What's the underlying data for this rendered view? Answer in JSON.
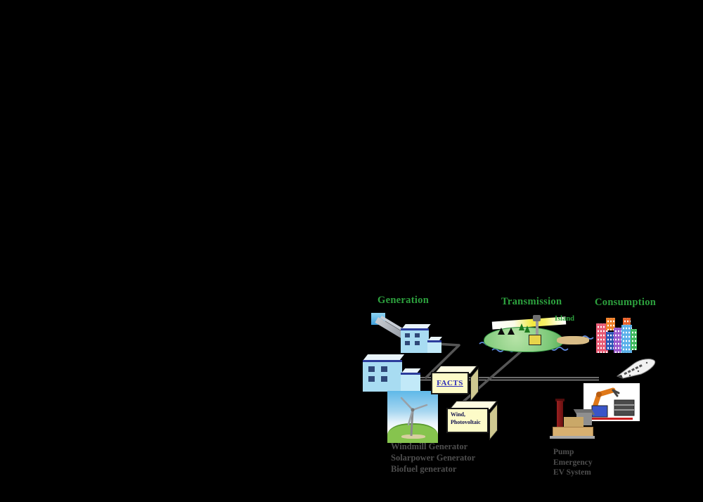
{
  "headings": {
    "generation": "Generation",
    "transmission": "Transmission",
    "consumption": "Consumption"
  },
  "labels": {
    "island": "Island",
    "facts": "FACTS",
    "wind_line1": "Wind,",
    "wind_line2": "Photovoltaic"
  },
  "captions": {
    "generation": [
      "Windmill Generator",
      "Solarpower Generator",
      "Biofuel generator"
    ],
    "consumption": [
      "Pump",
      "Emergency",
      "EV System"
    ]
  },
  "colors": {
    "background": "#000000",
    "heading_green": "#2da23e",
    "facts_text_blue": "#2a2ab8",
    "device_box_yellow": "#fdfbc8",
    "caption_gray": "#4e4e4e",
    "bus_line_gray": "#8f8f8f",
    "factory_blue": "#a8dcf2",
    "beam_yellow": "#f3ea3e"
  }
}
